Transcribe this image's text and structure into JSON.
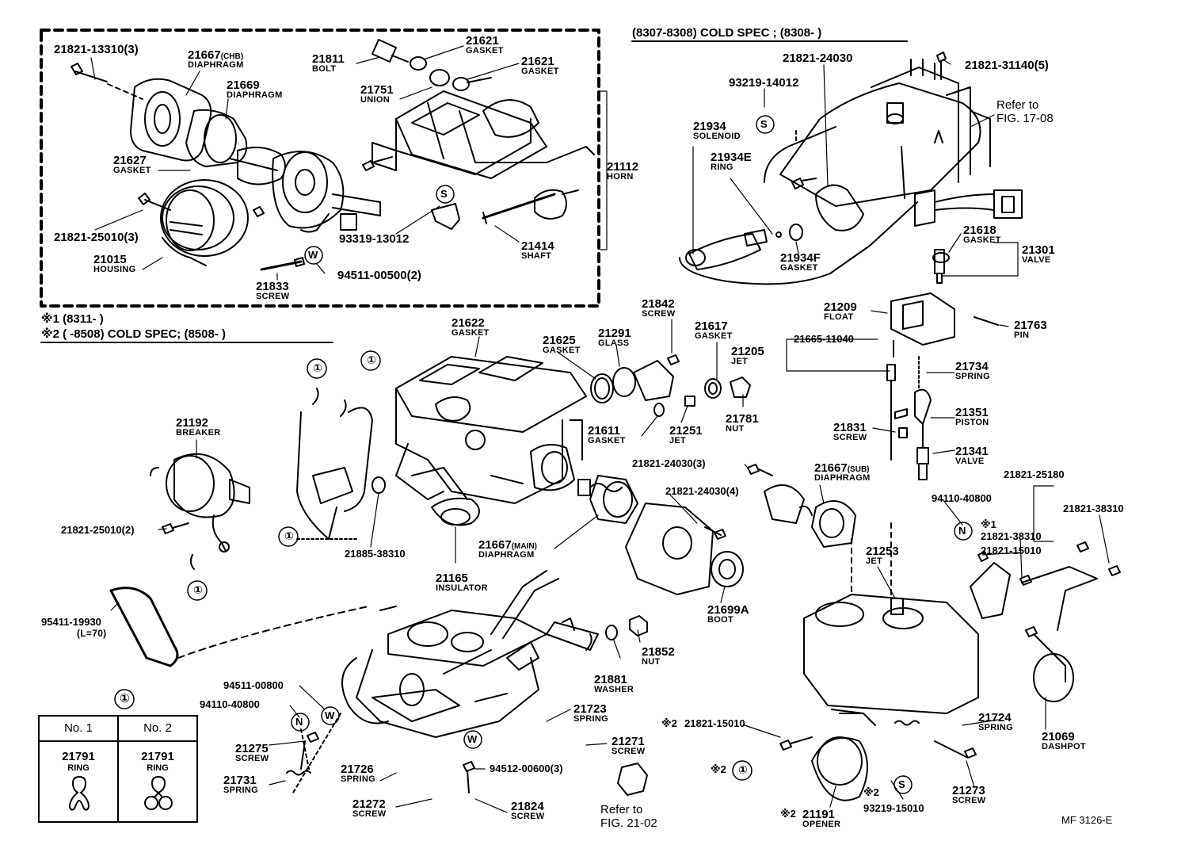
{
  "headers": {
    "cold_spec_top": "(8307-8308) COLD SPEC ; (8308-        )",
    "note_1": "※1 (8311-        )",
    "note_2": "※2 (      -8508) COLD  SPEC; (8508-        )"
  },
  "parts": [
    {
      "id": "p1",
      "num": "21821-13310(3)",
      "desc": ""
    },
    {
      "id": "p2",
      "num": "21667",
      "suffix": "(CHB)",
      "desc": "DIAPHRAGM"
    },
    {
      "id": "p3",
      "num": "21669",
      "desc": "DIAPHRAGM"
    },
    {
      "id": "p4",
      "num": "21627",
      "desc": "GASKET"
    },
    {
      "id": "p5",
      "num": "21821-25010(3)",
      "desc": ""
    },
    {
      "id": "p6",
      "num": "21015",
      "desc": "HOUSING"
    },
    {
      "id": "p7",
      "num": "21833",
      "desc": "SCREW"
    },
    {
      "id": "p8",
      "num": "94511-00500(2)",
      "desc": ""
    },
    {
      "id": "p9",
      "num": "21811",
      "desc": "BOLT"
    },
    {
      "id": "p10",
      "num": "21621",
      "desc": "GASKET"
    },
    {
      "id": "p11",
      "num": "21621",
      "desc": "GASKET"
    },
    {
      "id": "p12",
      "num": "21751",
      "desc": "UNION"
    },
    {
      "id": "p13",
      "num": "21112",
      "desc": "HORN"
    },
    {
      "id": "p14",
      "num": "93319-13012",
      "desc": ""
    },
    {
      "id": "p15",
      "num": "21414",
      "desc": "SHAFT"
    },
    {
      "id": "p16",
      "num": "21821-24030",
      "desc": ""
    },
    {
      "id": "p17",
      "num": "21821-31140(5)",
      "desc": ""
    },
    {
      "id": "p18",
      "num": "93219-14012",
      "desc": ""
    },
    {
      "id": "p19",
      "num": "21934",
      "desc": "SOLENOID"
    },
    {
      "id": "p20",
      "num": "21934E",
      "desc": "RING"
    },
    {
      "id": "p21",
      "num": "21934F",
      "desc": "GASKET"
    },
    {
      "id": "p22",
      "num": "21618",
      "desc": "GASKET"
    },
    {
      "id": "p23",
      "num": "21301",
      "desc": "VALVE"
    },
    {
      "id": "p24",
      "num": "21209",
      "desc": "FLOAT"
    },
    {
      "id": "p25",
      "num": "21763",
      "desc": "PIN"
    },
    {
      "id": "p26",
      "num": "21622",
      "desc": "GASKET"
    },
    {
      "id": "p27",
      "num": "21625",
      "desc": "GASKET"
    },
    {
      "id": "p28",
      "num": "21291",
      "desc": "GLASS"
    },
    {
      "id": "p29",
      "num": "21842",
      "desc": "SCREW"
    },
    {
      "id": "p30",
      "num": "21617",
      "desc": "GASKET"
    },
    {
      "id": "p31",
      "num": "21205",
      "desc": "JET"
    },
    {
      "id": "p32",
      "num": "21665-11040",
      "desc": ""
    },
    {
      "id": "p33",
      "num": "21734",
      "desc": "SPRING"
    },
    {
      "id": "p34",
      "num": "21351",
      "desc": "PISTON"
    },
    {
      "id": "p35",
      "num": "21341",
      "desc": "VALVE"
    },
    {
      "id": "p36",
      "num": "21831",
      "desc": "SCREW"
    },
    {
      "id": "p37",
      "num": "21781",
      "desc": "NUT"
    },
    {
      "id": "p38",
      "num": "21251",
      "desc": "JET"
    },
    {
      "id": "p39",
      "num": "21611",
      "desc": "GASKET"
    },
    {
      "id": "p40",
      "num": "21192",
      "desc": "BREAKER"
    },
    {
      "id": "p41",
      "num": "21821-25010(2)",
      "desc": ""
    },
    {
      "id": "p42",
      "num": "21885-38310",
      "desc": ""
    },
    {
      "id": "p43",
      "num": "21165",
      "desc": "INSULATOR"
    },
    {
      "id": "p44",
      "num": "21667",
      "suffix": "(MAIN)",
      "desc": "DIAPHRAGM"
    },
    {
      "id": "p45",
      "num": "21821-24030(3)",
      "desc": ""
    },
    {
      "id": "p46",
      "num": "21821-24030(4)",
      "desc": ""
    },
    {
      "id": "p47",
      "num": "21667",
      "suffix": "(SUB)",
      "desc": "DIAPHRAGM"
    },
    {
      "id": "p48",
      "num": "21699A",
      "desc": "BOOT"
    },
    {
      "id": "p49",
      "num": "21253",
      "desc": "JET"
    },
    {
      "id": "p50",
      "num": "94110-40800",
      "desc": ""
    },
    {
      "id": "p51",
      "num": "21821-25180",
      "desc": ""
    },
    {
      "id": "p52",
      "num": "21821-38310",
      "desc": ""
    },
    {
      "id": "p53",
      "num": "21821-38310",
      "desc": ""
    },
    {
      "id": "p54",
      "num": "21821-15010",
      "desc": ""
    },
    {
      "id": "p55",
      "num": "95411-19930",
      "desc": "(L=70)"
    },
    {
      "id": "p56",
      "num": "21852",
      "desc": "NUT"
    },
    {
      "id": "p57",
      "num": "21881",
      "desc": "WASHER"
    },
    {
      "id": "p58",
      "num": "94511-00800",
      "desc": ""
    },
    {
      "id": "p59",
      "num": "94110-40800",
      "desc": ""
    },
    {
      "id": "p60",
      "num": "21723",
      "desc": "SPRING"
    },
    {
      "id": "p61",
      "num": "21271",
      "desc": "SCREW"
    },
    {
      "id": "p62",
      "num": "21275",
      "desc": "SCREW"
    },
    {
      "id": "p63",
      "num": "21731",
      "desc": "SPRING"
    },
    {
      "id": "p64",
      "num": "21726",
      "desc": "SPRING"
    },
    {
      "id": "p65",
      "num": "94512-00600(3)",
      "desc": ""
    },
    {
      "id": "p66",
      "num": "21272",
      "desc": "SCREW"
    },
    {
      "id": "p67",
      "num": "21824",
      "desc": "SCREW"
    },
    {
      "id": "p68",
      "num": "21821-15010",
      "desc": ""
    },
    {
      "id": "p69",
      "num": "21724",
      "desc": "SPRING"
    },
    {
      "id": "p70",
      "num": "21069",
      "desc": "DASHPOT"
    },
    {
      "id": "p71",
      "num": "21273",
      "desc": "SCREW"
    },
    {
      "id": "p72",
      "num": "93219-15010",
      "desc": ""
    },
    {
      "id": "p73",
      "num": "21191",
      "desc": "OPENER"
    }
  ],
  "refs": {
    "fig_17_08": [
      "Refer to",
      "FIG. 17-08"
    ],
    "fig_21_02": [
      "Refer to",
      "FIG. 21-02"
    ]
  },
  "markers": {
    "asterisk_1": "※1",
    "asterisk_2": "※2",
    "ring_circle": "①",
    "s_circle": "S",
    "w_circle": "W",
    "n_circle": "N"
  },
  "legend": {
    "marker": "①",
    "col1_header": "No. 1",
    "col2_header": "No. 2",
    "col1_num": "21791",
    "col1_desc": "RING",
    "col2_num": "21791",
    "col2_desc": "RING"
  },
  "catalog_id": "MF  3126-E"
}
